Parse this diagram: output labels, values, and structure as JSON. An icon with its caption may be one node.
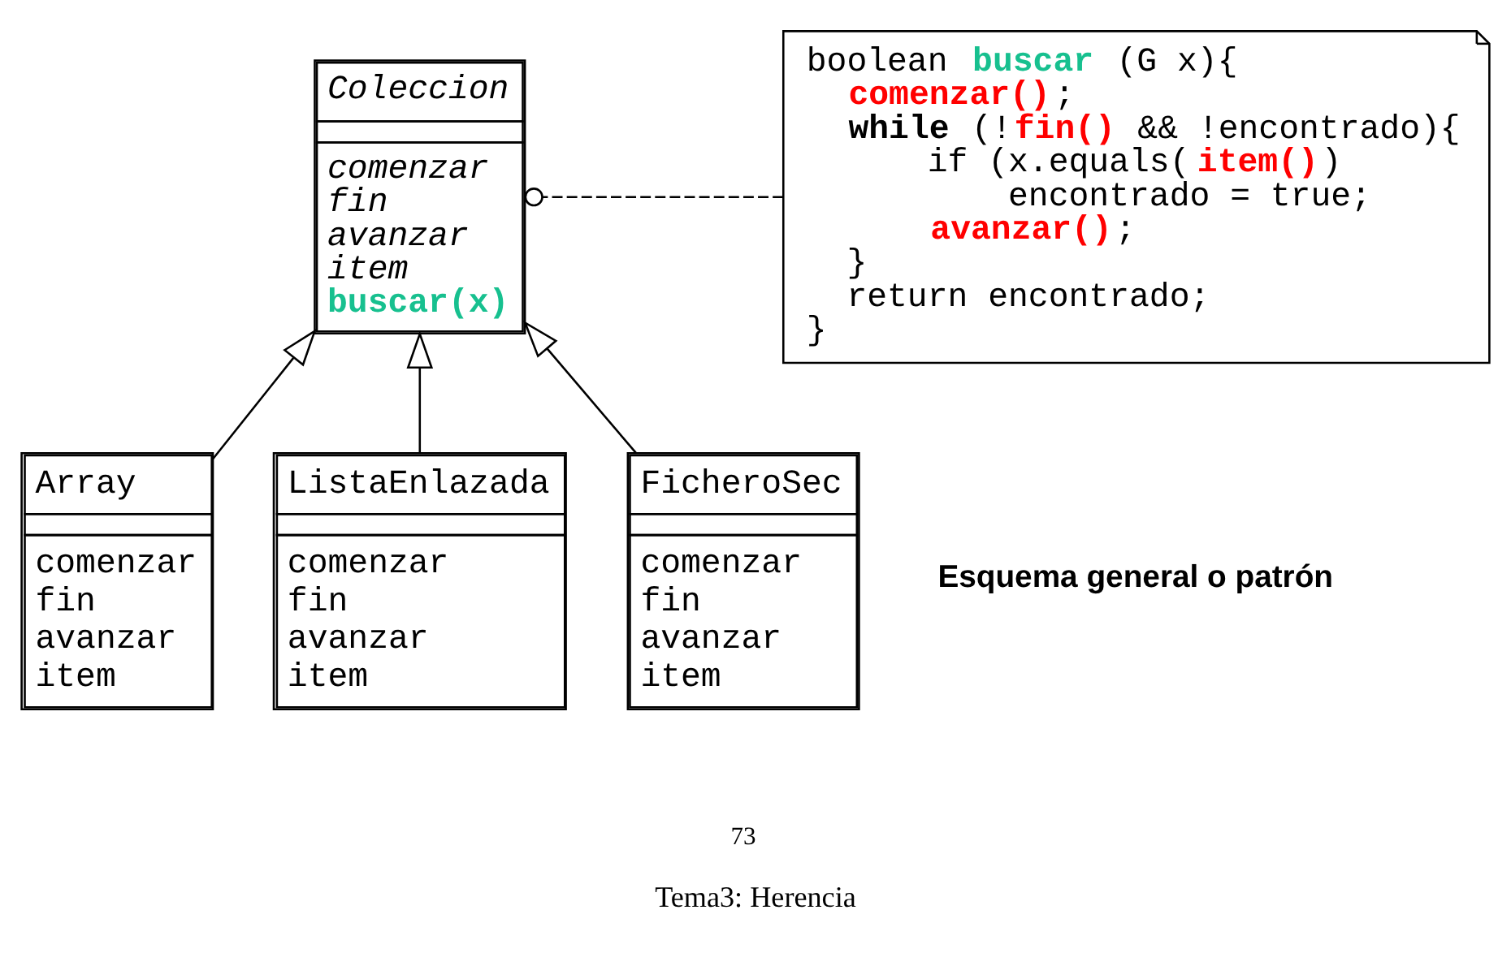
{
  "diagram": {
    "caption": "Tema3: Herencia",
    "nodes": [
      {
        "text": [
          "Coleccion",
          "comenzar fin avanzar item",
          "buscar(x)"
        ]
      },
      {
        "text": [
          "boolean **buscar** (G x){",
          "**comenzar()**;",
          "**while** (!**fin()** && !encontrado){",
          "if (x.equals(**item()**)",
          "encontrado = true;",
          "**avanzar()**;",
          "}",
          "return encontrado;",
          "}"
        ]
      },
      {
        "text": [
          "Array",
          "comenzar fin avanzar item"
        ]
      },
      {
        "text": [
          "ListaEnlazada",
          "comenzar fin avanzar item"
        ]
      },
      {
        "text": [
          "FicheroSec",
          "comenzar fin avanzar item"
        ]
      }
    ],
    "edges": [
      {
        "from": 1,
        "to": 0,
        "arrow": "other",
        "style": "dashed"
      },
      {
        "from": 2,
        "to": 0,
        "arrow": "to"
      },
      {
        "from": 3,
        "to": 0,
        "arrow": "to"
      },
      {
        "from": 4,
        "to": 0,
        "arrow": "to"
      }
    ],
    "labels": [
      "Esquema general o patrón",
      "73"
    ]
  }
}
